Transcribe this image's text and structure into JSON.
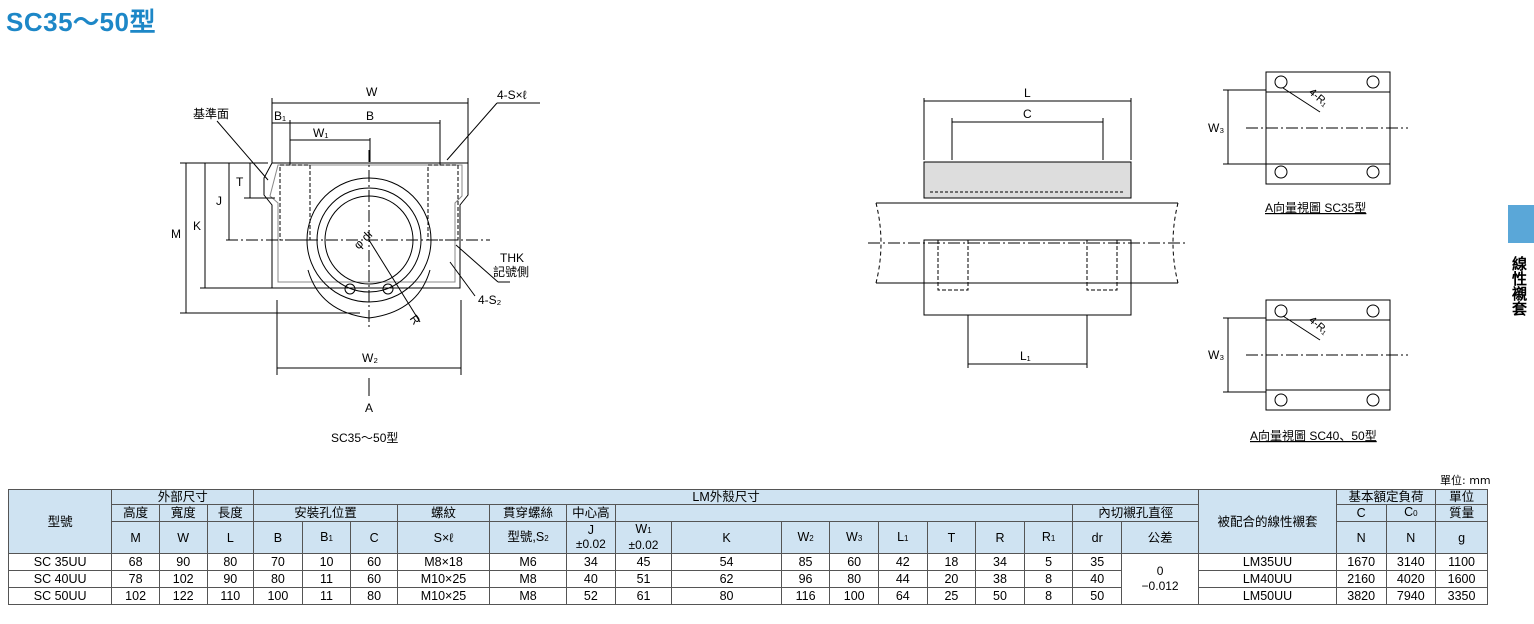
{
  "page": {
    "title": "SC35～50型",
    "side_tab": "線性襯套",
    "unit": "單位: mm"
  },
  "drawing": {
    "front": {
      "caption": "SC35～50型",
      "W": "W",
      "B1": "B₁",
      "B": "B",
      "W1": "W₁",
      "ref_face": "基準面",
      "sx": "4-S×ℓ",
      "T": "T",
      "J": "J",
      "M": "M",
      "K": "K",
      "dr": "φ dr",
      "thk1": "THK",
      "thk2": "記號側",
      "s2": "4-S₂",
      "R": "R",
      "W2": "W₂",
      "A": "A"
    },
    "side": {
      "L": "L",
      "C": "C",
      "L1": "L₁"
    },
    "view35": {
      "caption": "A向量視圖 SC35型",
      "W3": "W₃",
      "r": "4-R₁"
    },
    "view40": {
      "caption": "A向量視圖 SC40、50型",
      "W3": "W₃",
      "r": "4-R₁"
    }
  },
  "table": {
    "h": {
      "model": "型號",
      "outer": "外部尺寸",
      "lm": "LM外殼尺寸",
      "bushing": "被配合的線性襯套",
      "load": "基本額定負荷",
      "mass1": "單位",
      "mass2": "質量",
      "height": "高度",
      "width": "寬度",
      "length": "長度",
      "mount": "安裝孔位置",
      "screw": "螺紋",
      "thru": "貫穿螺絲",
      "center": "中心高",
      "bore": "內切襯孔直徑",
      "M": "M",
      "W": "W",
      "L": "L",
      "B": "B",
      "B1": "B",
      "B1s": "1",
      "C": "C",
      "Sl": "S×ℓ",
      "S2": "型號,S",
      "S2s": "2",
      "J": "J",
      "J_tol": "±0.02",
      "W1": "W",
      "W1s": "1",
      "W1_tol": "±0.02",
      "K": "K",
      "W2": "W",
      "W2s": "2",
      "W3": "W",
      "W3s": "3",
      "L1": "L",
      "L1s": "1",
      "T": "T",
      "R": "R",
      "R1": "R",
      "R1s": "1",
      "dr": "dr",
      "tol": "公差",
      "Cc": "C",
      "C0": "C",
      "C0s": "0",
      "N1": "N",
      "N2": "N",
      "g": "g"
    },
    "tol_upper": "0",
    "tol_lower": "−0.012",
    "rows": [
      {
        "model": "SC 35UU",
        "M": "68",
        "W": "90",
        "L": "80",
        "B": "70",
        "B1": "10",
        "C": "60",
        "Sl": "M8×18",
        "S2": "M6",
        "J": "34",
        "W1": "45",
        "K": "54",
        "W2": "85",
        "W3": "60",
        "L1": "42",
        "T": "18",
        "R": "34",
        "R1": "5",
        "dr": "35",
        "lm": "LM35UU",
        "Cd": "1670",
        "C0": "3140",
        "mass": "1100"
      },
      {
        "model": "SC 40UU",
        "M": "78",
        "W": "102",
        "L": "90",
        "B": "80",
        "B1": "11",
        "C": "60",
        "Sl": "M10×25",
        "S2": "M8",
        "J": "40",
        "W1": "51",
        "K": "62",
        "W2": "96",
        "W3": "80",
        "L1": "44",
        "T": "20",
        "R": "38",
        "R1": "8",
        "dr": "40",
        "lm": "LM40UU",
        "Cd": "2160",
        "C0": "4020",
        "mass": "1600"
      },
      {
        "model": "SC 50UU",
        "M": "102",
        "W": "122",
        "L": "110",
        "B": "100",
        "B1": "11",
        "C": "80",
        "Sl": "M10×25",
        "S2": "M8",
        "J": "52",
        "W1": "61",
        "K": "80",
        "W2": "116",
        "W3": "100",
        "L1": "64",
        "T": "25",
        "R": "50",
        "R1": "8",
        "dr": "50",
        "lm": "LM50UU",
        "Cd": "3820",
        "C0": "7940",
        "mass": "3350"
      }
    ]
  }
}
